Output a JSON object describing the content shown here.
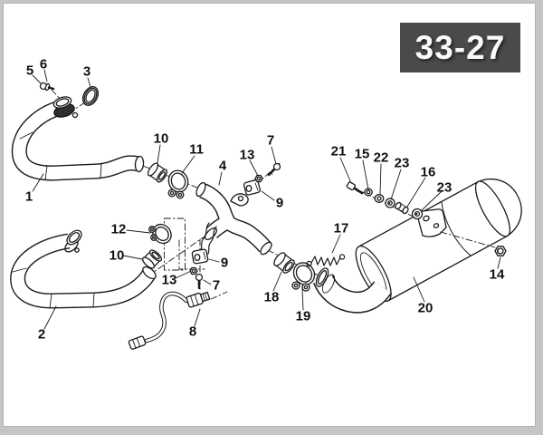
{
  "page": {
    "badge_label": "33-27"
  },
  "colors": {
    "badge_bg": "#4a4a4a",
    "badge_text": "#fafafa",
    "line": "#1a1a1a",
    "paper": "#ffffff",
    "frame": "#c5c5c5"
  },
  "diagram": {
    "callouts": [
      {
        "label": "1"
      },
      {
        "label": "2"
      },
      {
        "label": "3"
      },
      {
        "label": "4"
      },
      {
        "label": "5"
      },
      {
        "label": "6"
      },
      {
        "label": "7"
      },
      {
        "label": "7"
      },
      {
        "label": "8"
      },
      {
        "label": "9"
      },
      {
        "label": "9"
      },
      {
        "label": "10"
      },
      {
        "label": "10"
      },
      {
        "label": "11"
      },
      {
        "label": "12"
      },
      {
        "label": "13"
      },
      {
        "label": "13"
      },
      {
        "label": "14"
      },
      {
        "label": "15"
      },
      {
        "label": "16"
      },
      {
        "label": "17"
      },
      {
        "label": "18"
      },
      {
        "label": "19"
      },
      {
        "label": "20"
      },
      {
        "label": "21"
      },
      {
        "label": "22"
      },
      {
        "label": "23"
      },
      {
        "label": "23"
      }
    ]
  }
}
